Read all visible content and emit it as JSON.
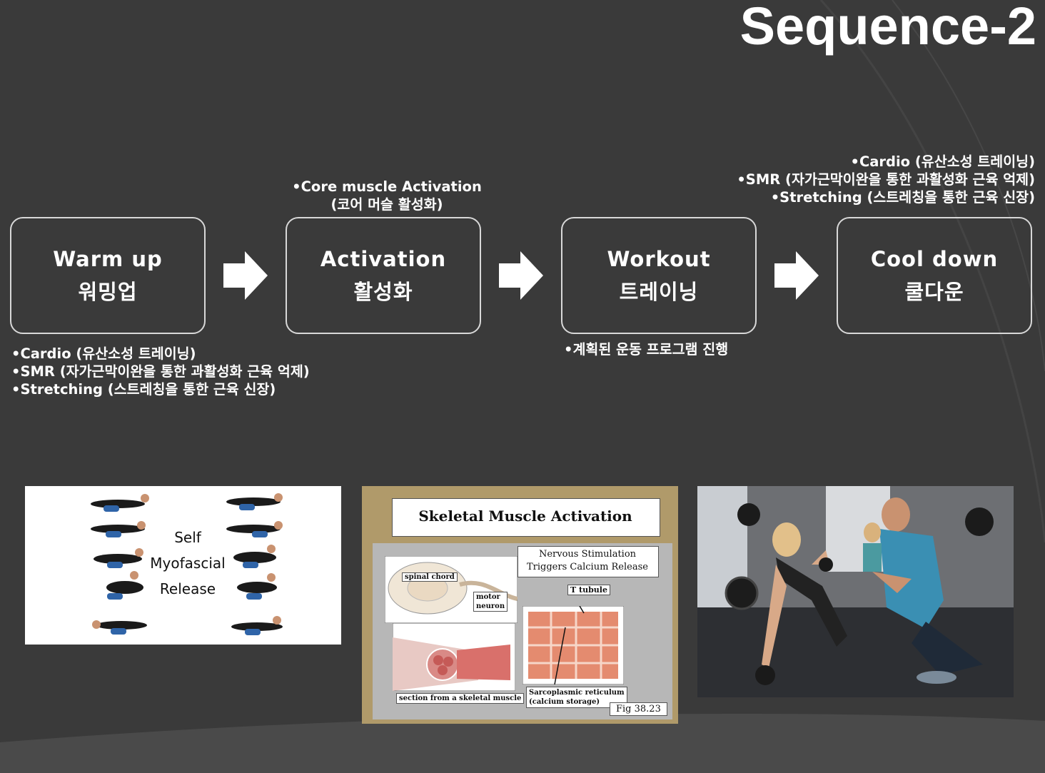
{
  "title": "Sequence-2",
  "stages": [
    {
      "name": "Warm up",
      "korean": "워밍업"
    },
    {
      "name": "Activation",
      "korean": "활성화"
    },
    {
      "name": "Workout",
      "korean": "트레이닝"
    },
    {
      "name": "Cool down",
      "korean": "쿨다운"
    }
  ],
  "arrow_icon": "right-arrow-icon",
  "warmup_notes": [
    "•Cardio (유산소성 트레이닝)",
    "•SMR (자가근막이완을 통한 과활성화 근육 억제)",
    "•Stretching (스트레칭을 통한 근육 신장)"
  ],
  "activation_notes": [
    "•Core muscle Activation",
    "(코어 머슬 활성화)"
  ],
  "workout_notes": [
    "•계획된 운동 프로그램 진행"
  ],
  "cooldown_notes": [
    "•Cardio (유산소성 트레이닝)",
    "•SMR (자가근막이완을 통한 과활성화 근육 억제)",
    "•Stretching (스트레칭을 통한 근육 신장)"
  ],
  "smr_image": {
    "words": [
      "Self",
      "Myofascial",
      "Release"
    ]
  },
  "muscle_image": {
    "heading": "Skeletal Muscle Activation",
    "stimulation_line1": "Nervous Stimulation",
    "stimulation_line2": "Triggers Calcium Release",
    "spinal_label": "spinal chord",
    "motor_label_1": "motor",
    "motor_label_2": "neuron",
    "t_tubule_label": "T tubule",
    "section_label": "section from a skeletal muscle",
    "sarco_label_1": "Sarcoplasmic reticulum",
    "sarco_label_2": "(calcium storage)",
    "fig_label": "Fig 38.23"
  },
  "colors": {
    "background": "#3a3a3a",
    "box_border": "#d8d8d8",
    "text": "#ffffff"
  }
}
